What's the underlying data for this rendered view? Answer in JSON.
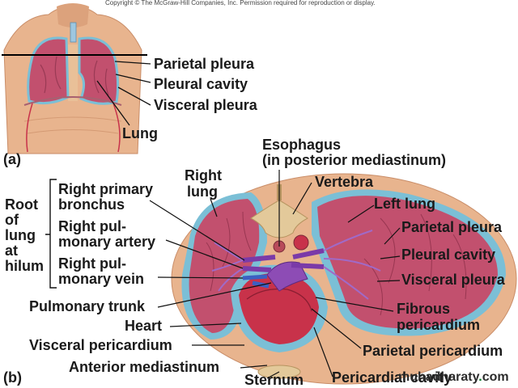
{
  "copyright": "Copyright © The McGraw-Hill Companies, Inc. Permission required for reproduction or display.",
  "panel_a": {
    "tag": "(a)",
    "labels": {
      "parietal_pleura": "Parietal pleura",
      "pleural_cavity": "Pleural cavity",
      "visceral_pleura": "Visceral pleura",
      "lung": "Lung"
    }
  },
  "panel_b": {
    "tag": "(b)",
    "root_of_lung": [
      "Root",
      "of",
      "lung",
      "at",
      "hilum"
    ],
    "hilum_items": [
      "Right primary",
      "bronchus",
      "Right pul-",
      "monary artery",
      "Right pul-",
      "monary vein"
    ],
    "labels": {
      "esophagus_1": "Esophagus",
      "esophagus_2": "(in posterior mediastinum)",
      "right_lung_1": "Right",
      "right_lung_2": "lung",
      "vertebra": "Vertebra",
      "left_lung": "Left lung",
      "parietal_pleura": "Parietal pleura",
      "pleural_cavity": "Pleural cavity",
      "visceral_pleura": "Visceral pleura",
      "pulmonary_trunk": "Pulmonary trunk",
      "heart": "Heart",
      "visceral_pericardium": "Visceral pericardium",
      "anterior_mediastinum": "Anterior mediastinum",
      "sternum": "Sternum",
      "fibrous_pericardium_1": "Fibrous",
      "fibrous_pericardium_2": "pericardium",
      "parietal_pericardium": "Parietal pericardium",
      "pericardial_cavity": "Pericardial cavity"
    }
  },
  "watermark": {
    "prefix": "muhadharaty",
    "dot": ".",
    "suffix": "com"
  },
  "colors": {
    "lung": "#c2506e",
    "lung_light": "#d87b92",
    "pleura": "#7bbfd6",
    "heart": "#c8324a",
    "skin": "#e8b48e",
    "bone": "#e3c99a",
    "artery": "#7a3aa8",
    "vein": "#3b5fc2"
  }
}
